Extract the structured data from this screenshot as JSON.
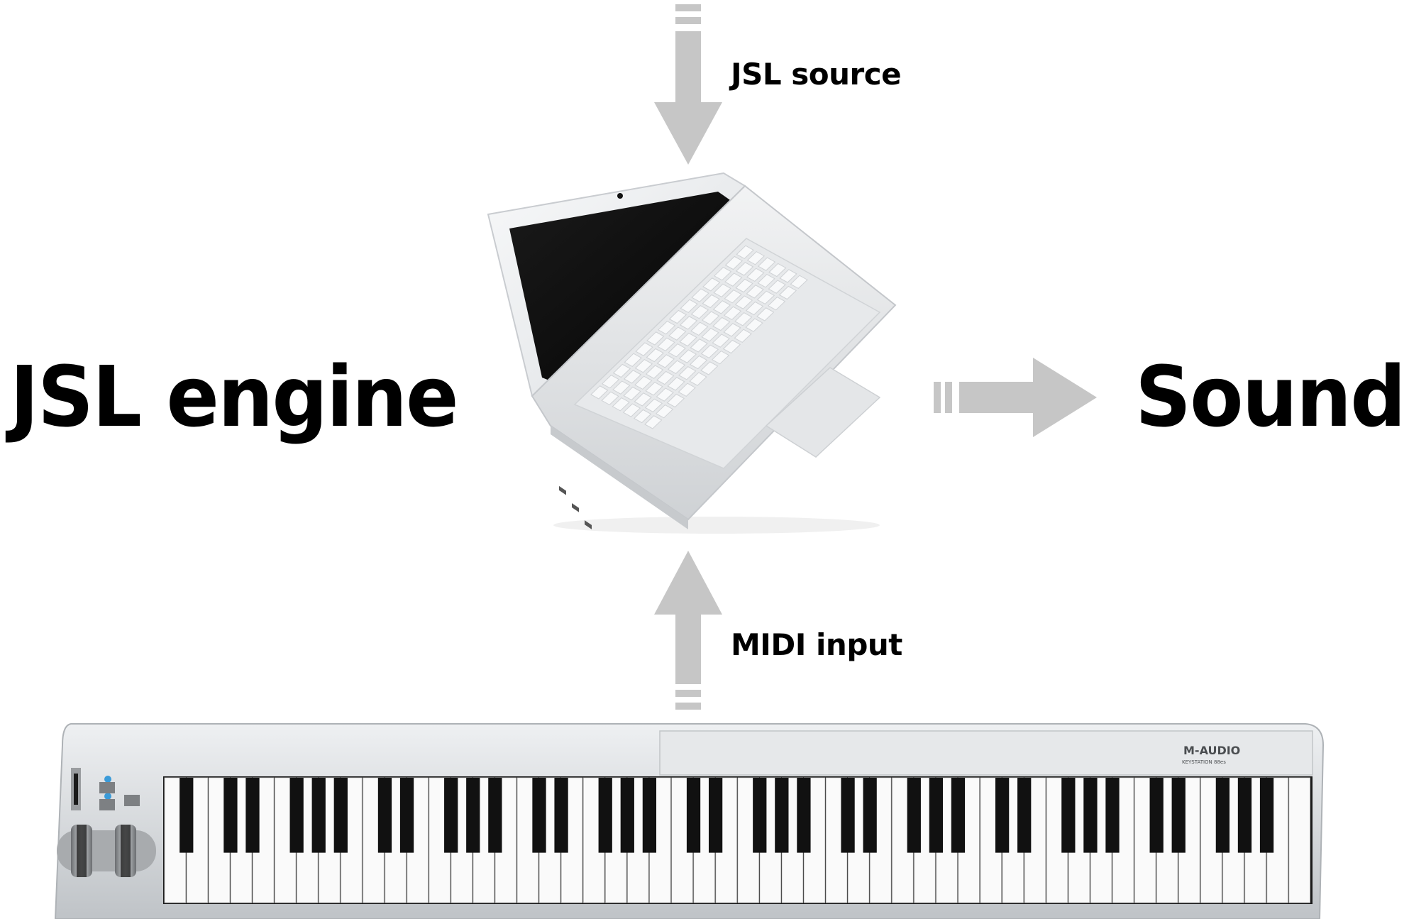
{
  "labels": {
    "engine": "JSL engine",
    "sound": "Sound",
    "source": "JSL source",
    "midi": "MIDI input"
  },
  "keyboard": {
    "brand": "M-AUDIO",
    "model": "KEYSTATION 88es"
  },
  "colors": {
    "arrow": "#c6c6c6",
    "text": "#000000",
    "keyboard_body": "#d9dbde",
    "laptop_body": "#eceef0"
  },
  "icons": [
    "down-arrow-icon",
    "up-arrow-icon",
    "right-arrow-icon",
    "laptop-icon",
    "midi-keyboard-icon"
  ]
}
